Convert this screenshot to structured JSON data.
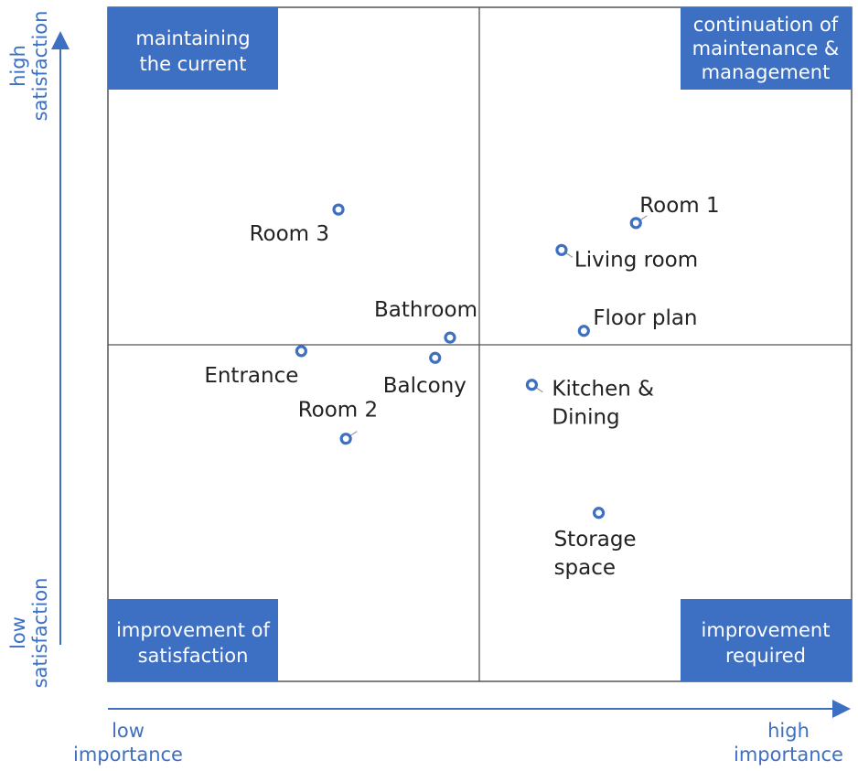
{
  "chart_data": {
    "type": "scatter",
    "title": "",
    "x_axis": {
      "low_label": [
        "low",
        "importance"
      ],
      "high_label": [
        "high",
        "importance"
      ]
    },
    "y_axis": {
      "low_label": [
        "low",
        "satisfaction"
      ],
      "high_label": [
        "high",
        "satisfaction"
      ]
    },
    "xlim": [
      0,
      1
    ],
    "ylim": [
      0,
      1
    ],
    "midpoint": [
      0.5,
      0.5
    ],
    "quadrants": {
      "top_left": [
        "maintaining",
        "the current"
      ],
      "top_right": [
        "continuation of",
        "maintenance &",
        "management"
      ],
      "bottom_left": [
        "improvement of",
        "satisfaction"
      ],
      "bottom_right": [
        "improvement",
        "required"
      ]
    },
    "points": [
      {
        "label": [
          "Room 1"
        ],
        "x": 0.71,
        "y": 0.68
      },
      {
        "label": [
          "Living room"
        ],
        "x": 0.61,
        "y": 0.64
      },
      {
        "label": [
          "Room 3"
        ],
        "x": 0.31,
        "y": 0.7
      },
      {
        "label": [
          "Floor plan"
        ],
        "x": 0.64,
        "y": 0.52
      },
      {
        "label": [
          "Bathroom"
        ],
        "x": 0.46,
        "y": 0.51
      },
      {
        "label": [
          "Entrance"
        ],
        "x": 0.26,
        "y": 0.49
      },
      {
        "label": [
          "Balcony"
        ],
        "x": 0.44,
        "y": 0.48
      },
      {
        "label": [
          "Kitchen &",
          "Dining"
        ],
        "x": 0.57,
        "y": 0.44
      },
      {
        "label": [
          "Room 2"
        ],
        "x": 0.32,
        "y": 0.36
      },
      {
        "label": [
          "Storage",
          "space"
        ],
        "x": 0.66,
        "y": 0.25
      }
    ],
    "colors": {
      "accent": "#3d6fc2",
      "grid": "#555555",
      "text": "#222222"
    }
  }
}
